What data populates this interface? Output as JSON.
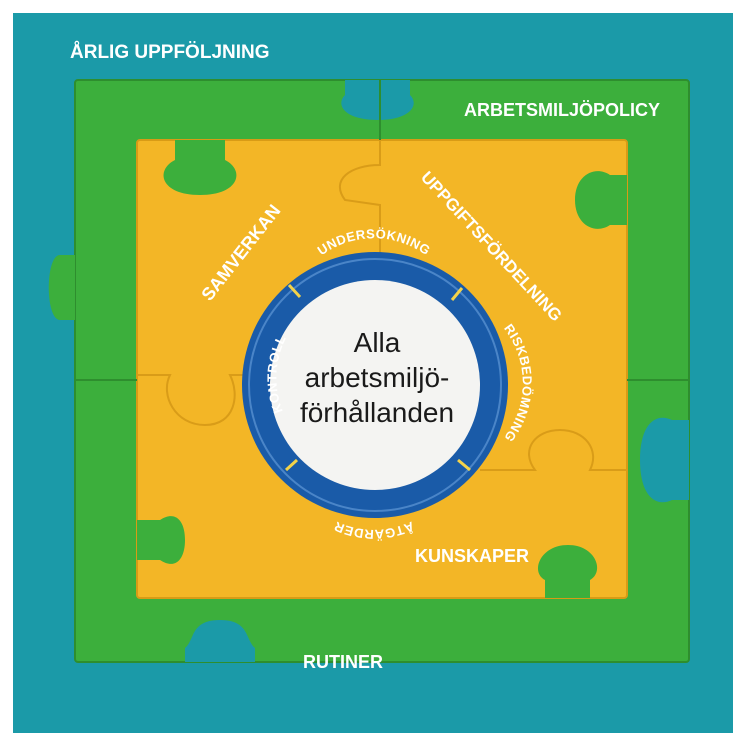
{
  "colors": {
    "teal": "#1b9aa8",
    "green": "#3caf3c",
    "yellow": "#f3b626",
    "blue": "#1a5ba8",
    "white": "#ffffff"
  },
  "labels": {
    "outer": "ÅRLIG UPPFÖLJNING",
    "policy": "ARBETSMILJÖPOLICY",
    "routines": "RUTINER",
    "cooperation": "SAMVERKAN",
    "task_division": "UPPGIFTSFÖRDELNING",
    "knowledge": "KUNSKAPER"
  },
  "center": {
    "line1": "Alla",
    "line2": "arbetsmiljö-",
    "line3": "förhållanden"
  },
  "cycle": {
    "investigation": "UNDERSÖKNING",
    "risk_assessment": "RISKBEDÖMNING",
    "measures": "ÅTGÄRDER",
    "control": "KONTROLL"
  }
}
